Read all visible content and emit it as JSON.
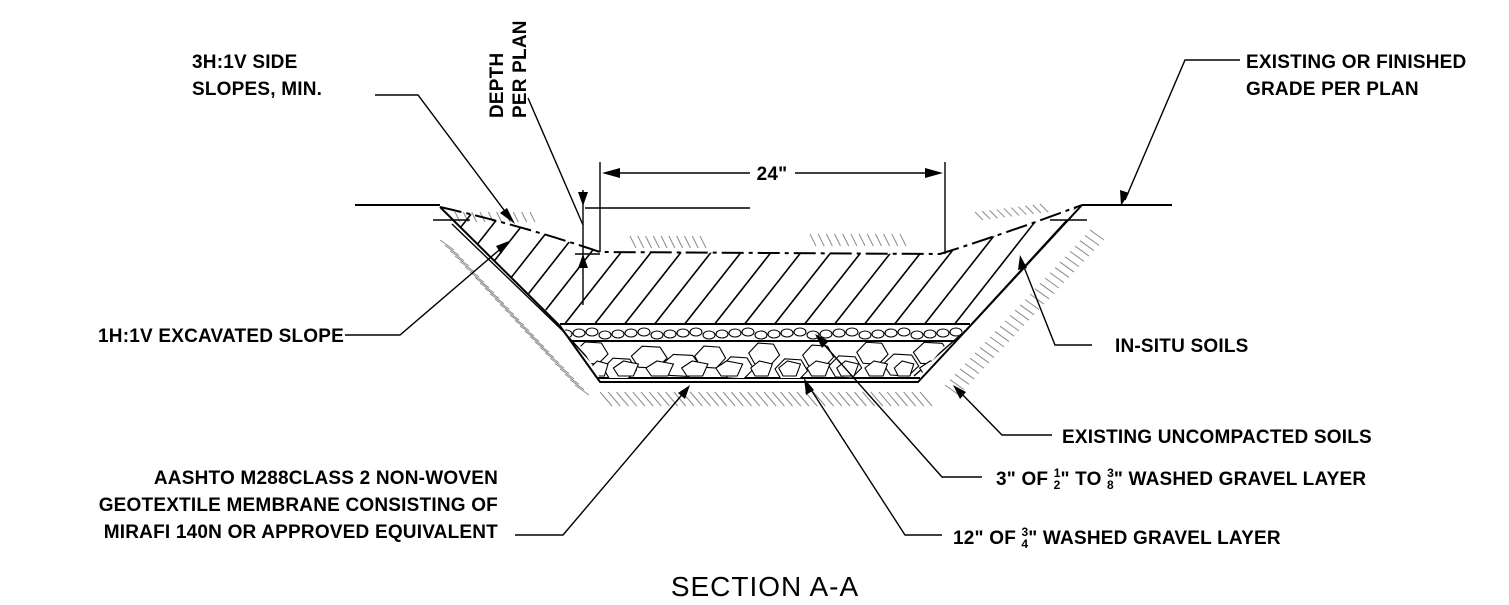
{
  "labels": {
    "side_slopes": [
      "3H:1V SIDE",
      "SLOPES, MIN."
    ],
    "depth": [
      "DEPTH",
      "PER PLAN"
    ],
    "width": "24\"",
    "grade": [
      "EXISTING OR FINISHED",
      "GRADE PER PLAN"
    ],
    "excavated_slope": "1H:1V EXCAVATED SLOPE",
    "in_situ": "IN-SITU SOILS",
    "uncompacted": "EXISTING UNCOMPACTED SOILS",
    "gravel_small": {
      "prefix": "3\" OF ",
      "f1_num": "1",
      "f1_den": "2",
      "mid": "\" TO ",
      "f2_num": "3",
      "f2_den": "8",
      "suffix": "\" WASHED GRAVEL LAYER"
    },
    "geotextile": [
      "AASHTO M288CLASS 2 NON-WOVEN",
      "GEOTEXTILE MEMBRANE CONSISTING OF",
      "MIRAFI 140N OR APPROVED EQUIVALENT"
    ],
    "gravel_large": {
      "prefix": "12\" OF ",
      "f_num": "3",
      "f_den": "4",
      "suffix": "\" WASHED GRAVEL LAYER"
    },
    "title": "SECTION A-A"
  }
}
